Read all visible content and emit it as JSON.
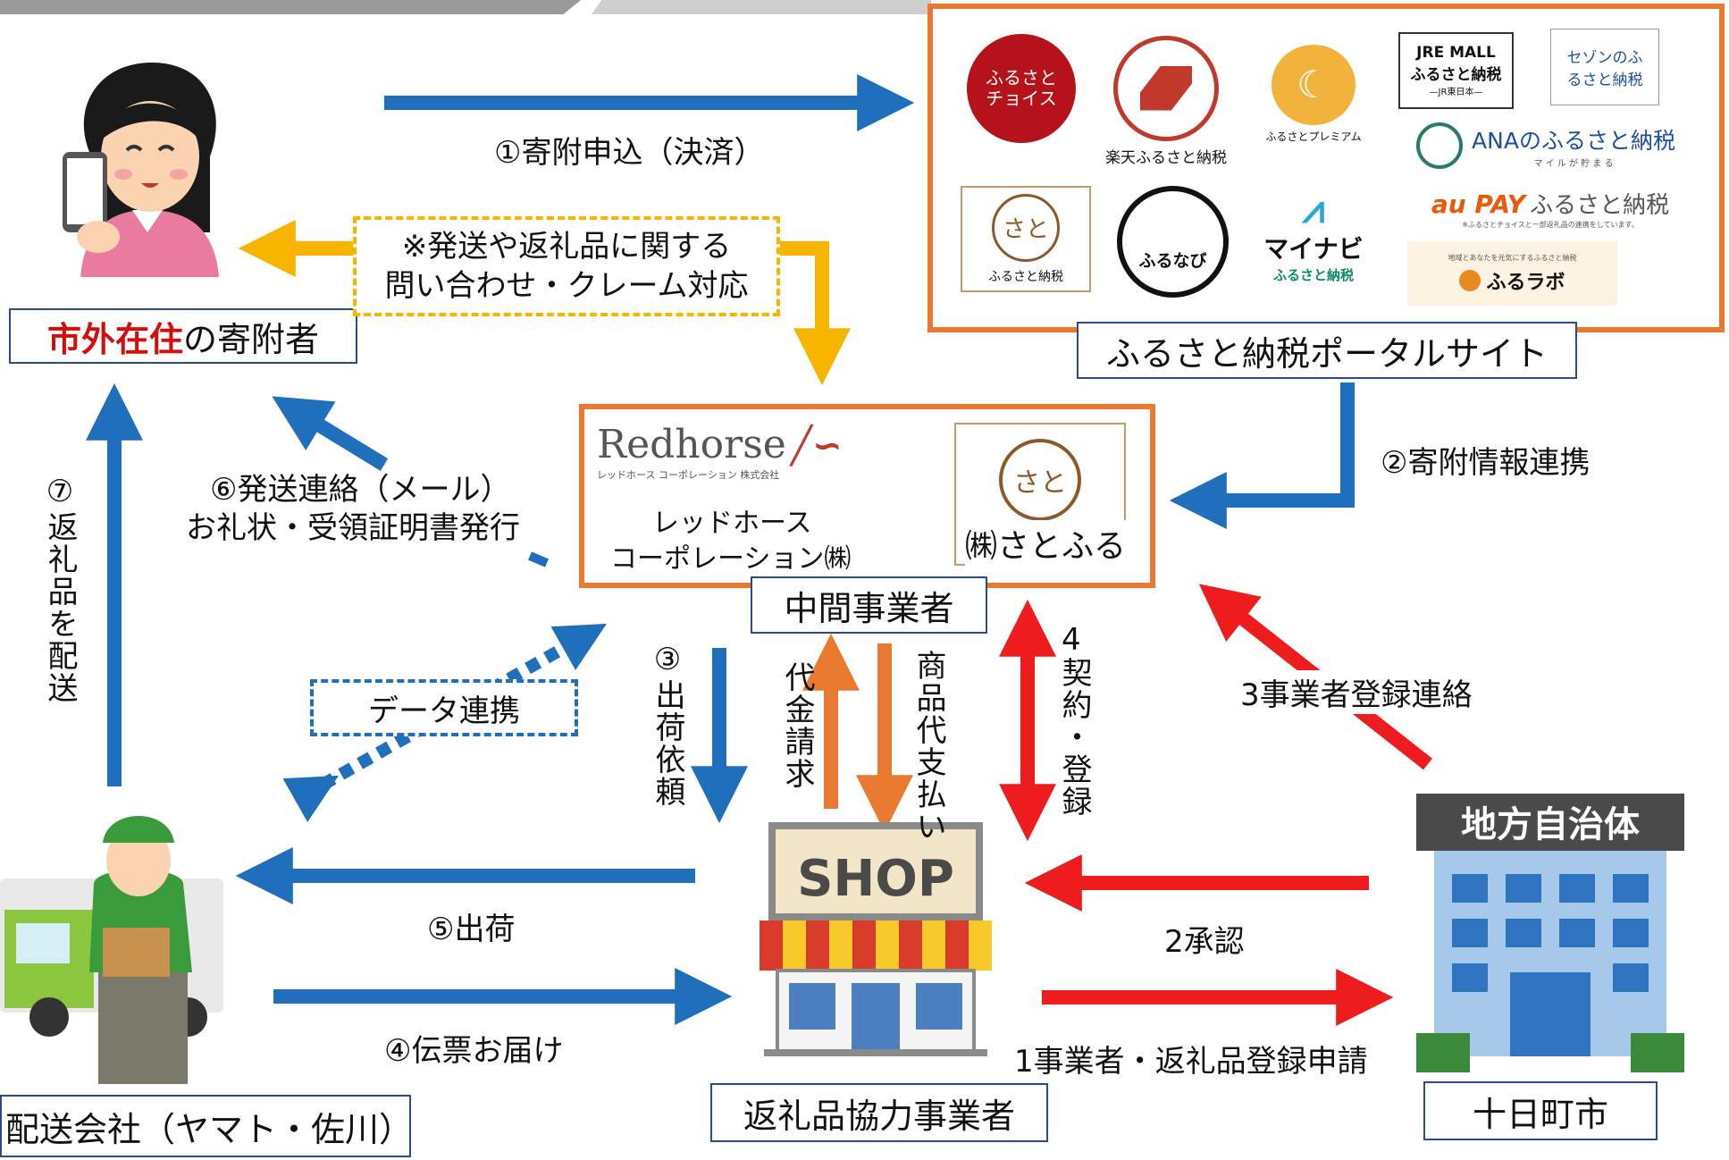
{
  "donor": {
    "label_red": "市外在住",
    "label_rest": "の寄附者"
  },
  "portal": {
    "label": "ふるさと納税ポータルサイト",
    "logos": {
      "choice": "ふるさとチョイス",
      "rakuten": "楽天ふるさと納税",
      "premium": "ふるさとプレミアム",
      "jre_1": "JRE MALL",
      "jre_2": "ふるさと納税",
      "jre_3": "—JR東日本—",
      "saison": "セゾンのふるさと納税",
      "ana": "ANAのふるさと納税",
      "ana_sub": "マ イ ル が 貯 ま る",
      "satofull": "ふるさと納税",
      "furunavi": "ふるなび",
      "mynavi_1": "マイナビ",
      "mynavi_2": "ふるさと納税",
      "aupay_1": "au PAY",
      "aupay_2": "ふるさと納税",
      "aupay_sub": "※ふるさとチョイスと一部返礼品の連携をしています。",
      "furabo_sub": "地域とあなたを元気にするふるさと納税",
      "furabo": "ふるラボ"
    }
  },
  "intermediary": {
    "label": "中間事業者",
    "redhorse_logo": "Redhorse",
    "redhorse_sub": "レッドホース コーポレーション 株式会社",
    "redhorse_name_1": "レッドホース",
    "redhorse_name_2": "コーポレーション㈱",
    "satofull_name": "㈱さとふる"
  },
  "shop": {
    "sign": "SHOP",
    "label": "返礼品協力事業者"
  },
  "delivery": {
    "label": "配送会社（ヤマト・佐川）"
  },
  "municipality": {
    "sign": "地方自治体",
    "label": "十日町市"
  },
  "flows": {
    "f1": "①寄附申込（決済）",
    "inquiry_1": "※発送や返礼品に関する",
    "inquiry_2": "問い合わせ・クレーム対応",
    "f2": "②寄附情報連携",
    "f6_1": "⑥発送連絡（メール）",
    "f6_2": "お礼状・受領証明書発行",
    "f7": "⑦返礼品を配送",
    "data": "データ連携",
    "f3": "③出荷依頼",
    "invoice": "代金請求",
    "payment": "商品代支払い",
    "contract_1": "4",
    "contract_2": "契約・登録",
    "reg3": "3事業者登録連絡",
    "f5": "⑤出荷",
    "f4": "④伝票お届け",
    "approve": "2承認",
    "apply": "1事業者・返礼品登録申請"
  },
  "colors": {
    "blue": "#1f6fbd",
    "red": "#ee1c1c",
    "orange": "#e97a2f",
    "yellow": "#f7b500",
    "navy": "#2d4a8a"
  }
}
